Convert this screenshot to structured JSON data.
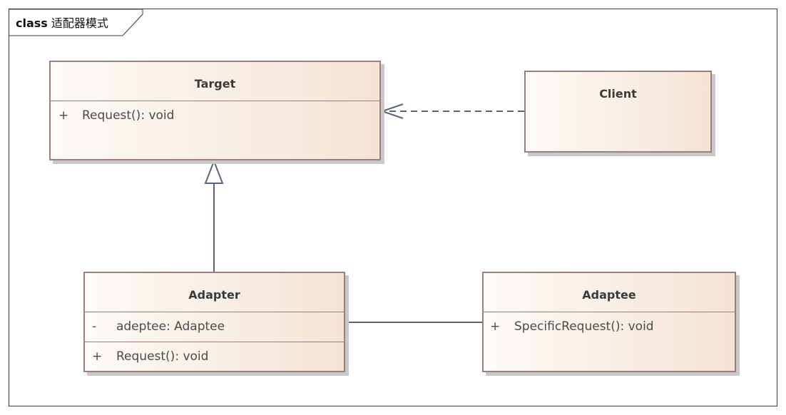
{
  "diagram": {
    "keyword": "class",
    "title": "适配器模式"
  },
  "classes": {
    "target": {
      "name": "Target",
      "operations": [
        {
          "visibility": "+",
          "text": "Request(): void"
        }
      ]
    },
    "client": {
      "name": "Client"
    },
    "adapter": {
      "name": "Adapter",
      "attributes": [
        {
          "visibility": "-",
          "text": "adeptee: Adaptee"
        }
      ],
      "operations": [
        {
          "visibility": "+",
          "text": "Request(): void"
        }
      ]
    },
    "adaptee": {
      "name": "Adaptee",
      "operations": [
        {
          "visibility": "+",
          "text": "SpecificRequest(): void"
        }
      ]
    }
  },
  "relationships": [
    {
      "type": "dependency",
      "from": "Client",
      "to": "Target"
    },
    {
      "type": "generalization",
      "from": "Adapter",
      "to": "Target"
    },
    {
      "type": "association",
      "from": "Adapter",
      "to": "Adaptee"
    }
  ]
}
